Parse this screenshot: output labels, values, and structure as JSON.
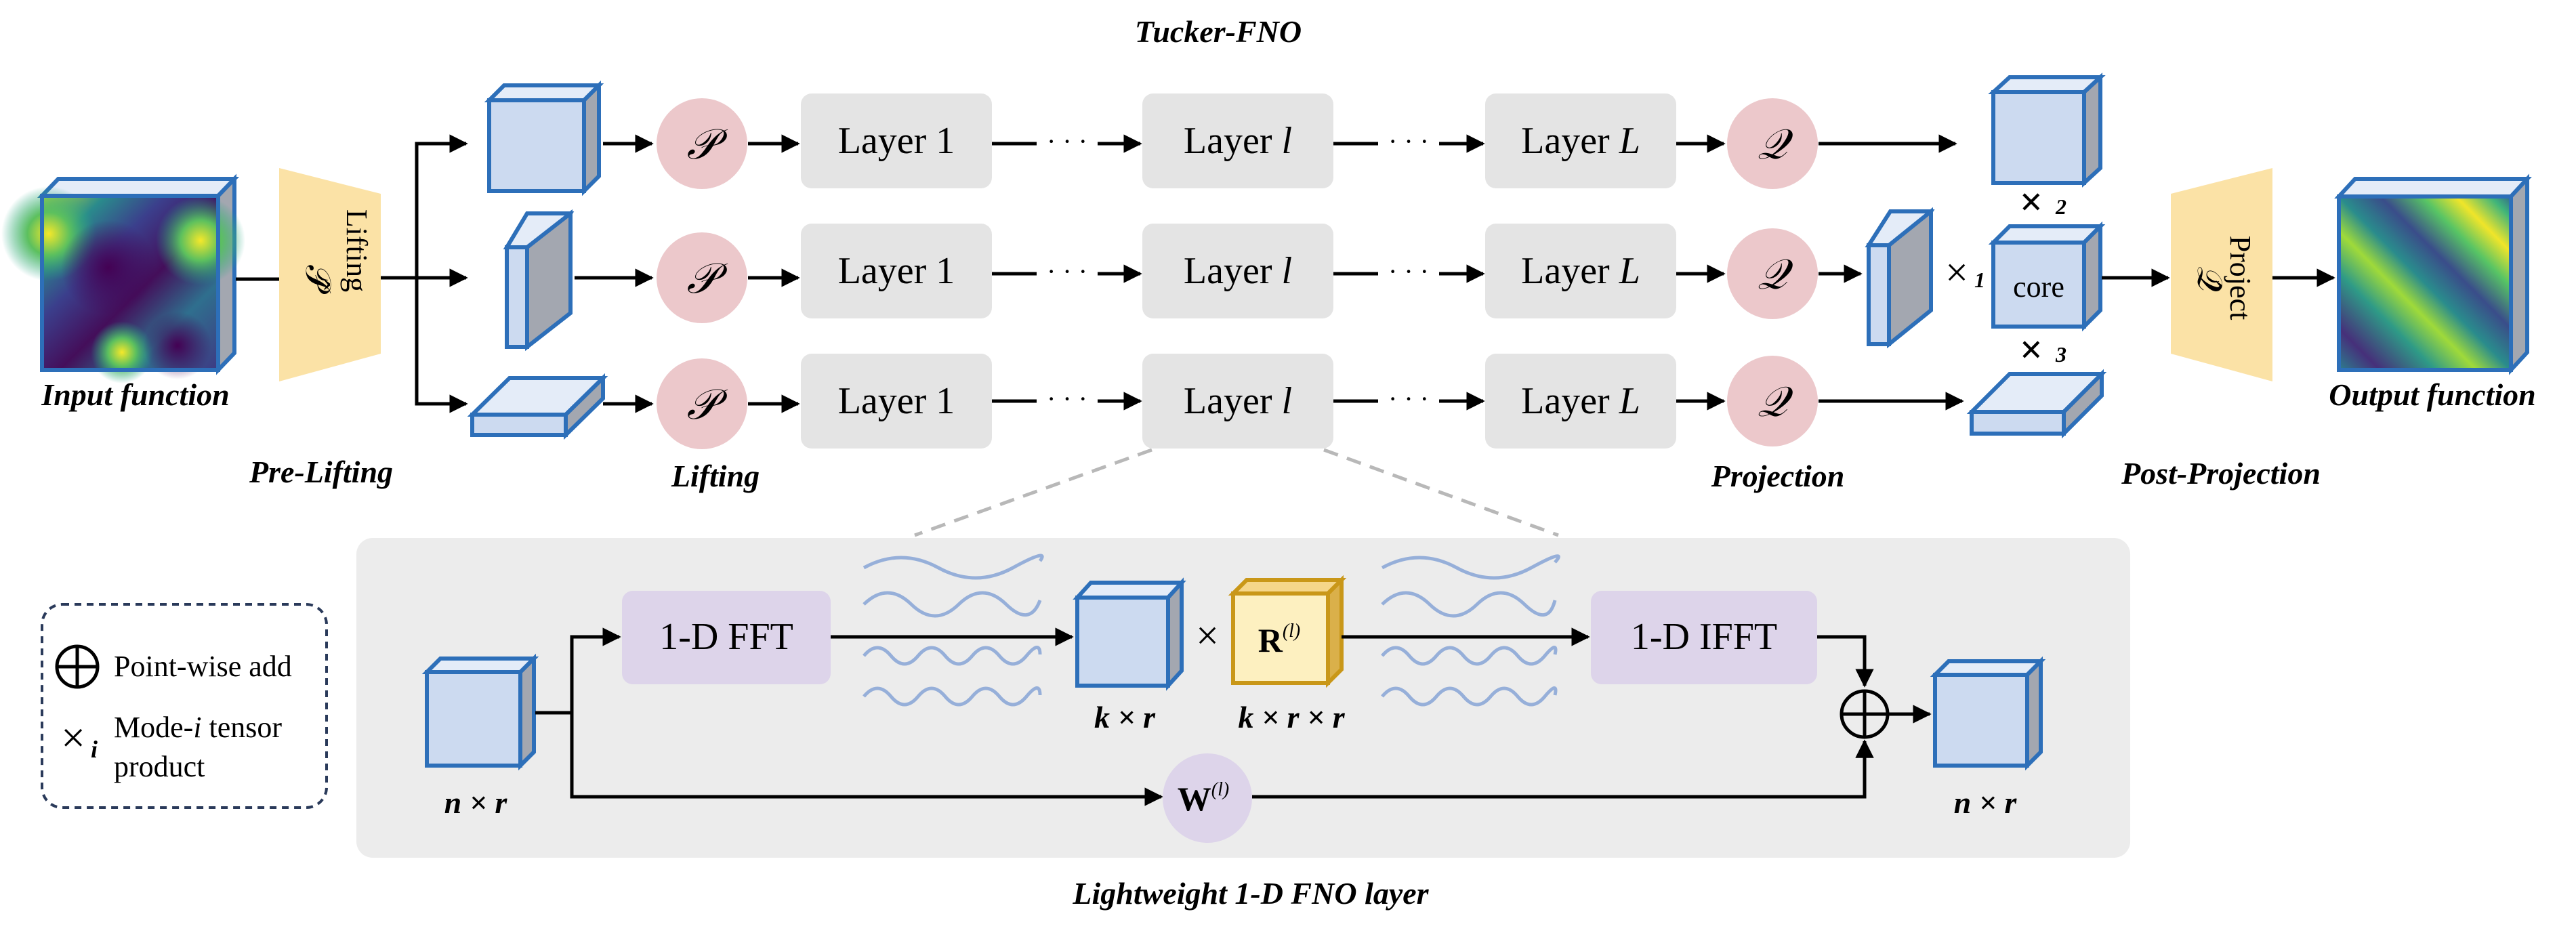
{
  "title": "Tucker-FNO",
  "input_label": "Input function",
  "output_label": "Output function",
  "prelifting": {
    "symbol": "𝒫̂",
    "word": "Lifting",
    "caption": "Pre-Lifting"
  },
  "lifting": {
    "symbol": "𝒫",
    "caption": "Lifting"
  },
  "projection": {
    "symbol": "𝒬",
    "caption": "Projection"
  },
  "postprojection": {
    "symbol": "𝒬̂",
    "word": "Project",
    "caption": "Post-Projection"
  },
  "layers": {
    "first": "Layer 1",
    "mid_word": "Layer",
    "mid_var": "l",
    "last_word": "Layer",
    "last_var": "L"
  },
  "dots": "· · ·",
  "core": "core",
  "mode_products": {
    "x1": "1",
    "x2": "2",
    "x3": "3",
    "times": "×"
  },
  "legend": {
    "add_label": "Point-wise add",
    "mode_line1_pre": "Mode-",
    "mode_line1_var": "i",
    "mode_line1_post": " tensor",
    "mode_line2": "product",
    "mode_sub": "i"
  },
  "fno_layer": {
    "caption": "Lightweight 1-D FNO layer",
    "fft": "1-D FFT",
    "ifft": "1-D IFFT",
    "R_base": "R",
    "W_base": "W",
    "sup": "(l)",
    "times": "×",
    "plus": "⊕",
    "in_dim": "n × r",
    "freq_dim": "k × r",
    "weight_dim": "k × r × r",
    "out_dim": "n × r"
  },
  "colors": {
    "cube_front": "#ccdaf0",
    "cube_top": "#e4ecf8",
    "cube_side": "#a3a7b0",
    "cube_stroke": "#2d6fb9",
    "layer_box": "#e4e4e4",
    "lifting_circle": "#ecc8cb",
    "trapezoid": "#fbe2a6",
    "panel": "#ececec",
    "fft_box": "#ddd4ea",
    "w_circle": "#ddd4ea",
    "r_front": "#fdf0c0",
    "r_stroke": "#c99718",
    "wave": "#96afd9"
  }
}
